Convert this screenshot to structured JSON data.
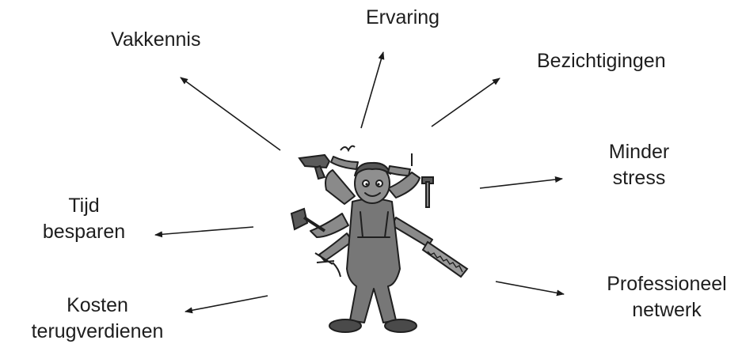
{
  "benefits": [
    {
      "id": "vakkennis",
      "lines": [
        "Vakkennis"
      ]
    },
    {
      "id": "ervaring",
      "lines": [
        "Ervaring"
      ]
    },
    {
      "id": "bezichtigingen",
      "lines": [
        "Bezichtigingen"
      ]
    },
    {
      "id": "minder-stress",
      "lines": [
        "Minder",
        "stress"
      ]
    },
    {
      "id": "tijd-besparen",
      "lines": [
        "Tijd",
        "besparen"
      ]
    },
    {
      "id": "professioneel-netwerk",
      "lines": [
        "Professioneel",
        "netwerk"
      ]
    },
    {
      "id": "kosten-terugverdienen",
      "lines": [
        "Kosten",
        "terugverdienen"
      ]
    }
  ],
  "figure": {
    "icon": "multi-armed-handyman-icon",
    "tools": [
      "drill-icon",
      "hammer-icon",
      "axe-icon",
      "saw-icon",
      "pliers-icon"
    ]
  },
  "colors": {
    "figure_fill": "#7a7a7a",
    "figure_dark": "#3c3c3c",
    "arrow": "#1a1a1a"
  }
}
